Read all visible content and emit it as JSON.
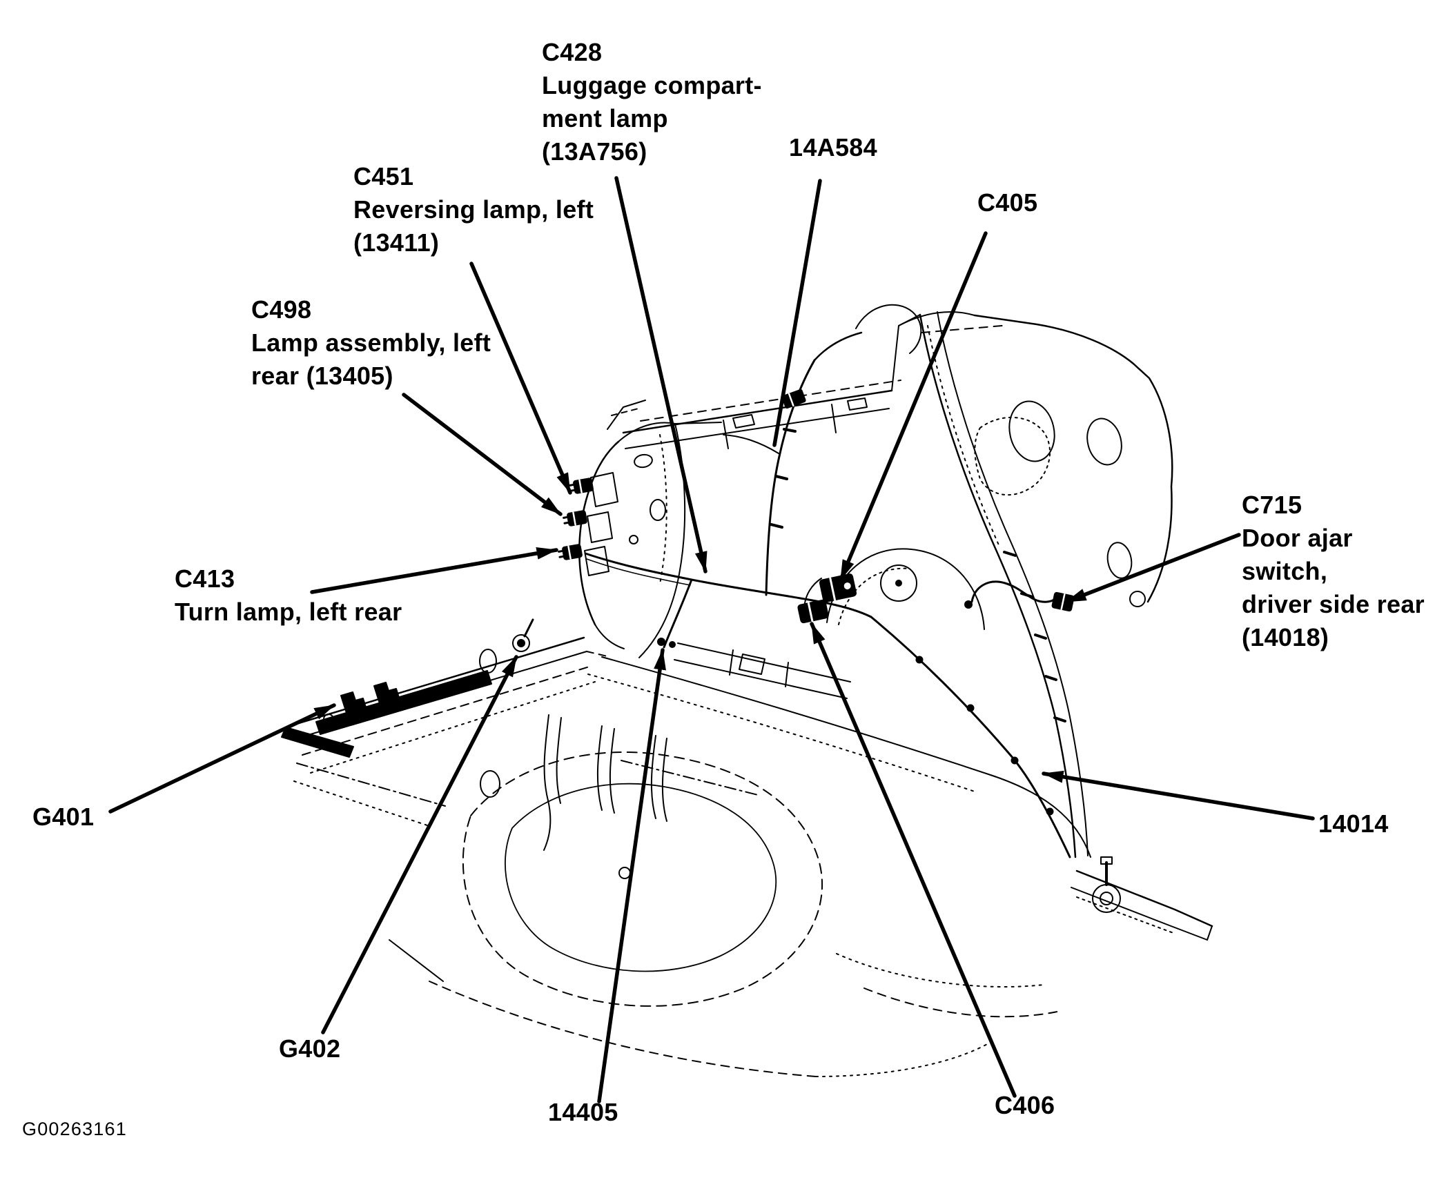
{
  "figure": {
    "drawing_number": "G00263161",
    "callouts": {
      "c428": "C428\nLuggage compart-\nment lamp\n(13A756)",
      "c451": "C451\nReversing lamp, left\n(13411)",
      "c498": "C498\nLamp assembly, left\nrear (13405)",
      "c413": "C413\nTurn lamp, left rear",
      "w14a584": "14A584",
      "c405": "C405",
      "c715": "C715\nDoor ajar switch,\ndriver side rear\n(14018)",
      "g401": "G401",
      "w14014": "14014",
      "g402": "G402",
      "w14405": "14405",
      "c406": "C406"
    },
    "colors": {
      "ink": "#000000",
      "paper": "#ffffff"
    }
  }
}
